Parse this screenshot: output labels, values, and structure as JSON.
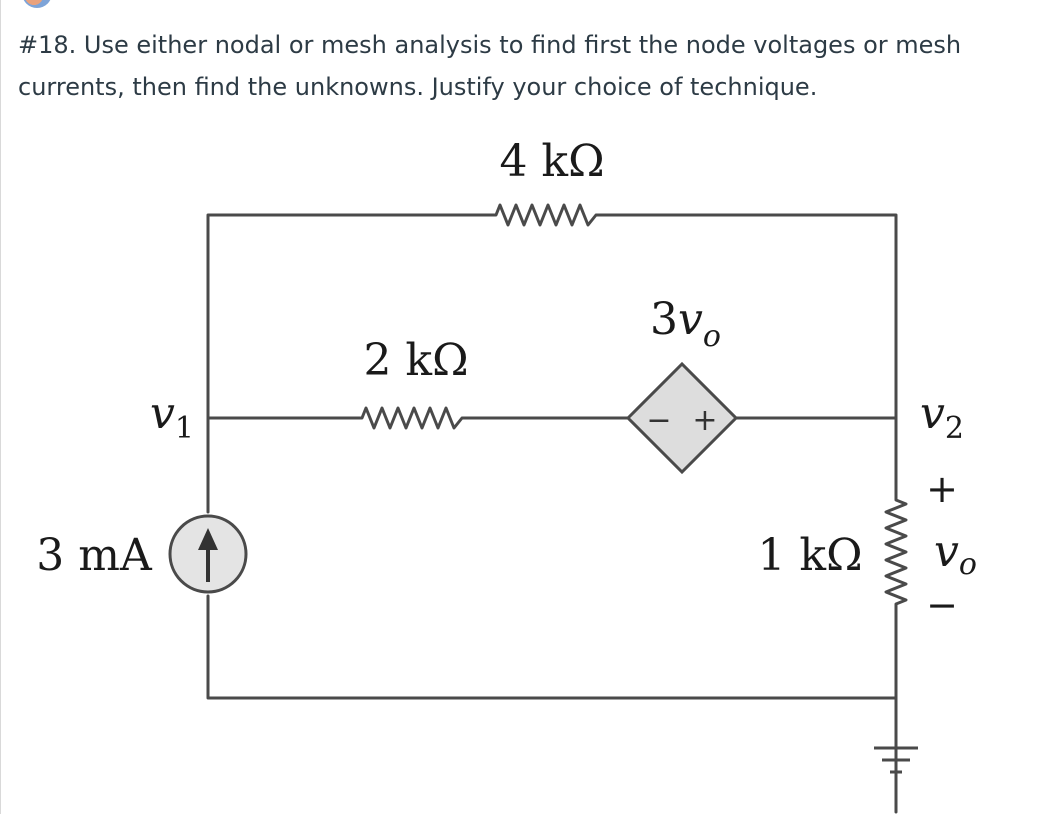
{
  "question": {
    "text": "#18. Use either nodal or mesh analysis to find first the node voltages or mesh currents, then find the unknowns.  Justify your choice of technique."
  },
  "circuit": {
    "top_resistor": "4 kΩ",
    "middle_resistor": "2 kΩ",
    "right_resistor": "1 kΩ",
    "current_source": "3 mA",
    "dependent_source": {
      "coefficient": "3",
      "variable": "v",
      "subscript": "o",
      "minus": "−",
      "plus": "+"
    },
    "node_1": {
      "variable": "v",
      "subscript": "1"
    },
    "node_2": {
      "variable": "v",
      "subscript": "2"
    },
    "output_voltage": {
      "plus": "+",
      "variable": "v",
      "subscript": "o",
      "minus": "−"
    }
  }
}
